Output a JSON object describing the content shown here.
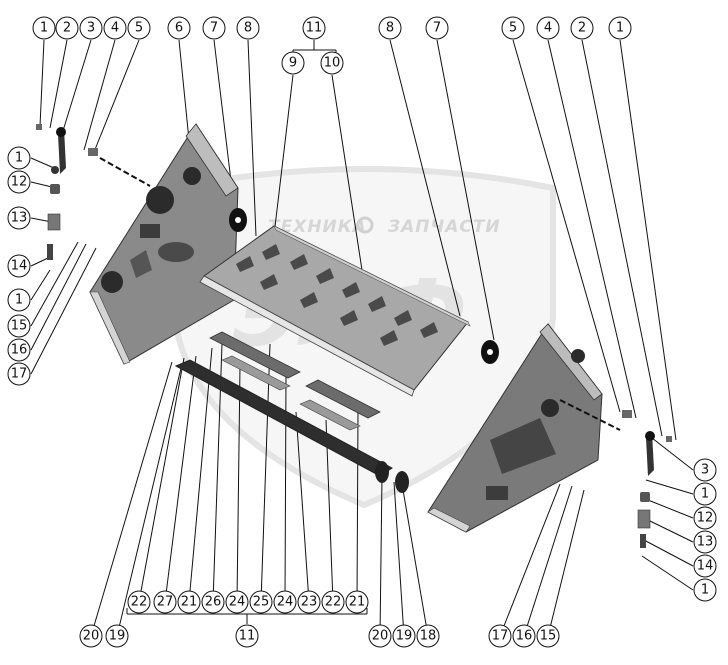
{
  "watermark": {
    "brand_left": "ТЕХНИКА",
    "brand_right": "ЗАПЧАСТИ",
    "monogram": "ЭЛФ"
  },
  "callouts": {
    "top_left": [
      "1",
      "2",
      "3",
      "4",
      "5",
      "6",
      "7",
      "8"
    ],
    "top_group": "11",
    "top_group_children": [
      "9",
      "10"
    ],
    "top_right": [
      "8",
      "7",
      "5",
      "4",
      "2",
      "1"
    ],
    "left_stack": [
      "1",
      "12",
      "13",
      "14",
      "1",
      "15",
      "16",
      "17"
    ],
    "right_stack": [
      "3",
      "1",
      "12",
      "13",
      "14",
      "1"
    ],
    "bottom_row": [
      "22",
      "27",
      "21",
      "26",
      "24",
      "25",
      "24",
      "23",
      "22",
      "21"
    ],
    "bottom_group": "11",
    "bottom_left": [
      "20",
      "19"
    ],
    "bottom_mid": [
      "20",
      "19",
      "18"
    ],
    "bottom_right": [
      "17",
      "16",
      "15"
    ]
  },
  "colors": {
    "part_dark": "#3c3c3c",
    "part_mid": "#8a8a8a",
    "part_light": "#cfcfcf",
    "ink": "#111111"
  }
}
